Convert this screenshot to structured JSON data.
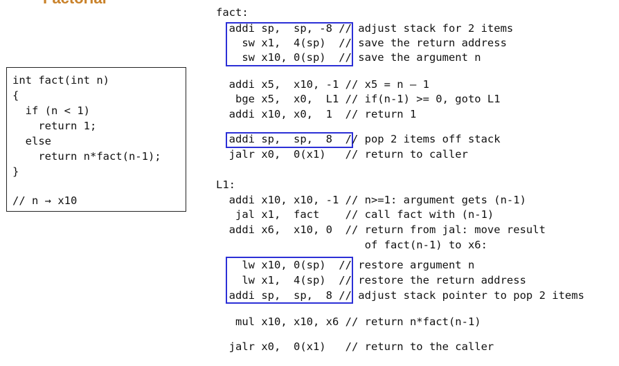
{
  "slide": {
    "title": "Factorial"
  },
  "c_code": {
    "lines": [
      "int fact(int n)",
      "{",
      "  if (n < 1)",
      "    return 1;",
      "  else",
      "    return n*fact(n-1);",
      "}",
      "",
      "// n → x10"
    ]
  },
  "asm": {
    "lines": [
      "fact:",
      "  addi sp,  sp, -8 // adjust stack for 2 items",
      "    sw x1,  4(sp)  // save the return address",
      "    sw x10, 0(sp)  // save the argument n",
      "  addi x5,  x10, -1 // x5 = n – 1",
      "   bge x5,  x0,  L1 // if(n-1) >= 0, goto L1",
      "  addi x10, x0,  1  // return 1",
      "  addi sp,  sp,  8  // pop 2 items off stack",
      "  jalr x0,  0(x1)   // return to caller",
      "L1:",
      "  addi x10, x10, -1 // n>=1: argument gets (n-1)",
      "   jal x1,  fact    // call fact with (n-1)",
      "  addi x6,  x10, 0  // return from jal: move result",
      "                       of fact(n-1) to x6:",
      "    lw x10, 0(sp)  // restore argument n",
      "    lw x1,  4(sp)  // restore the return address",
      "  addi sp,  sp,  8 // adjust stack pointer to pop 2 items",
      "   mul x10, x10, x6 // return n*fact(n-1)",
      "  jalr x0,  0(x1)   // return to the caller"
    ]
  }
}
